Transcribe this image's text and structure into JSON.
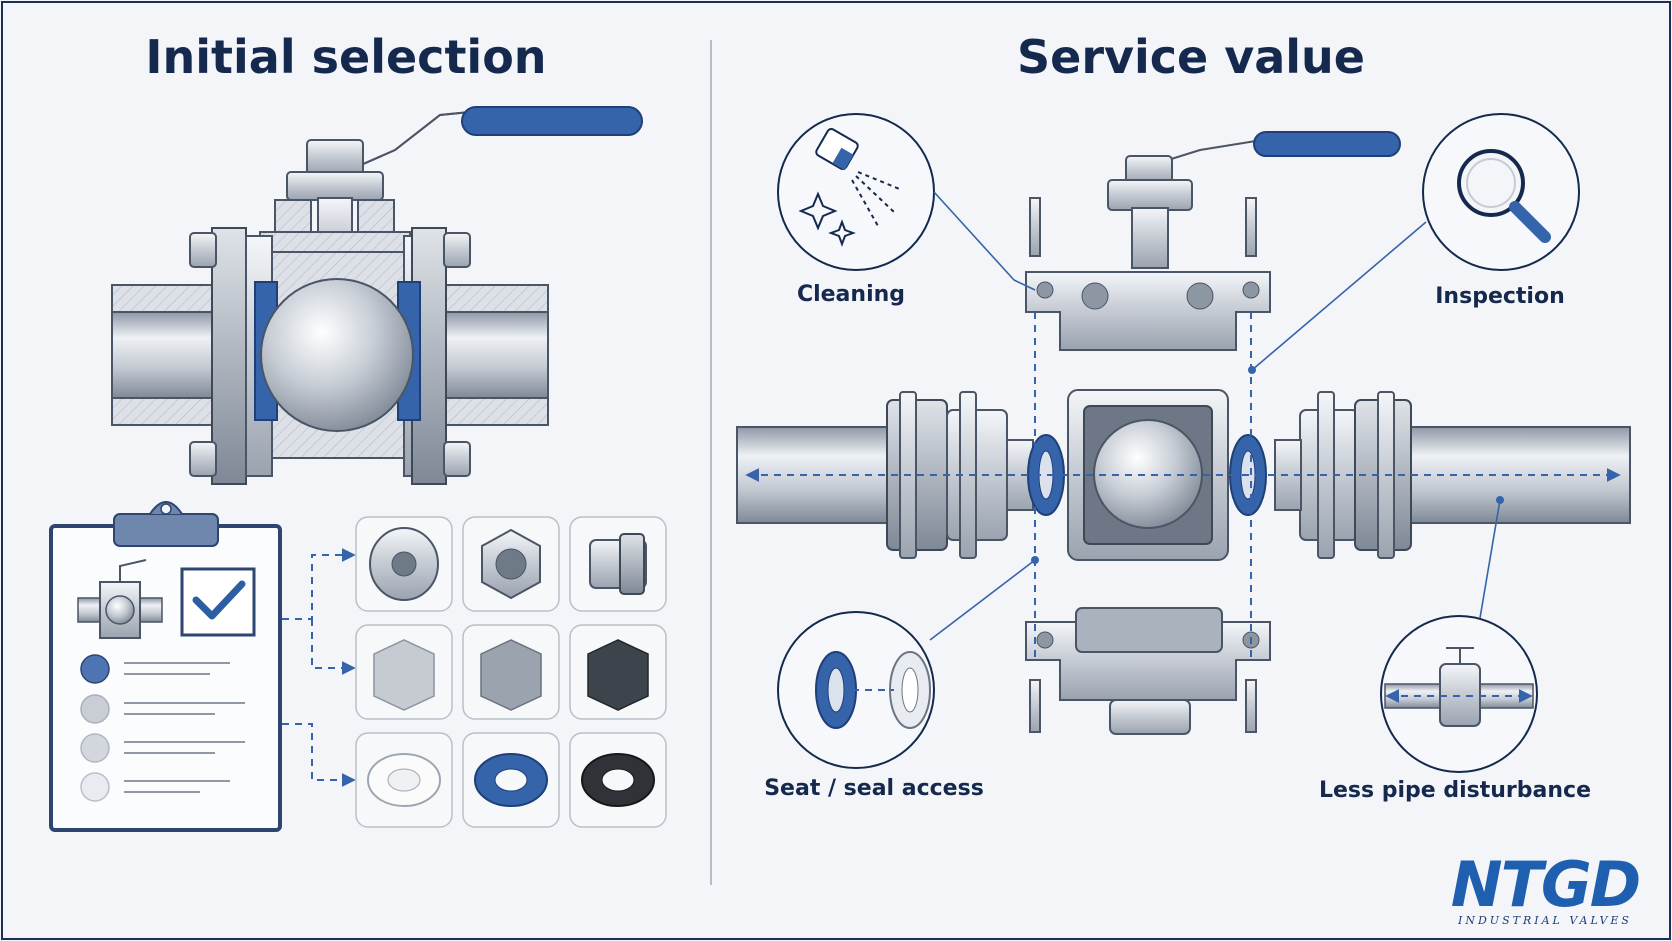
{
  "left_panel": {
    "title": "Initial selection"
  },
  "right_panel": {
    "title": "Service value"
  },
  "labels": {
    "cleaning": "Cleaning",
    "inspection": "Inspection",
    "seat_seal_access": "Seat / seal access",
    "less_pipe_disturbance": "Less pipe disturbance"
  },
  "logo": {
    "wordmark": "NTGD",
    "tagline": "INDUSTRIAL VALVES"
  },
  "colors": {
    "accent": "#3564aa",
    "navy": "#14294d",
    "steel": "#c9ced6"
  }
}
